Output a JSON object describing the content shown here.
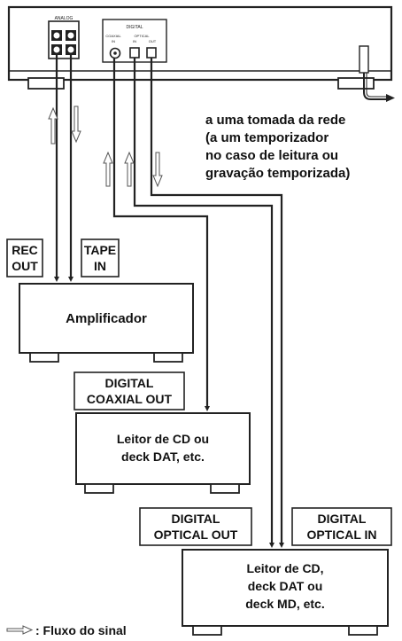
{
  "device_panel": {
    "analog_label": "ANALOG",
    "digital_label": "DIGITAL",
    "coaxial_label": "COAXIAL",
    "in_label": "IN",
    "optical_label": "OPTICAL",
    "out_label": "OUT"
  },
  "power_note": [
    "a uma tomada da rede",
    "(a um temporizador",
    "no caso de leitura ou",
    "gravação temporizada)"
  ],
  "tags": {
    "rec_out": [
      "REC",
      "OUT"
    ],
    "tape_in": [
      "TAPE",
      "IN"
    ],
    "digital_coaxial_out": [
      "DIGITAL",
      "COAXIAL OUT"
    ],
    "digital_optical_out": [
      "DIGITAL",
      "OPTICAL OUT"
    ],
    "digital_optical_in": [
      "DIGITAL",
      "OPTICAL IN"
    ]
  },
  "boxes": {
    "amplifier": [
      "Amplificador"
    ],
    "cd_dat": [
      "Leitor de CD ou",
      "deck DAT, etc."
    ],
    "cd_dat_md": [
      "Leitor de CD,",
      "deck DAT ou",
      "deck MD, etc."
    ]
  },
  "legend": ": Fluxo do sinal"
}
